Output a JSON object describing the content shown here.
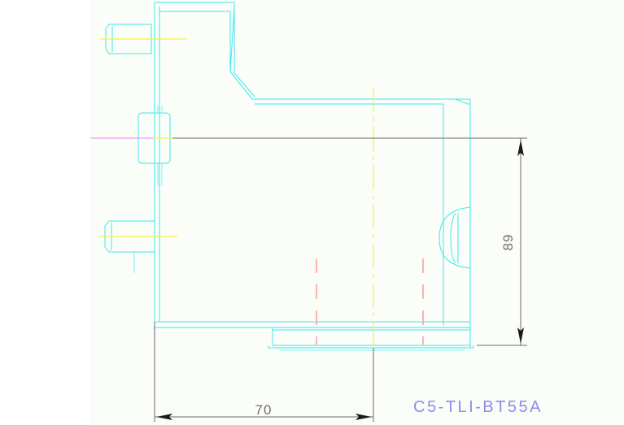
{
  "document": {
    "type": "cad-technical-drawing",
    "view": "side-elevation",
    "background_color": "#fbfdf8",
    "canvas_left_margin_color": "#ffffff"
  },
  "colors": {
    "part_outline": "#3ce8ee",
    "part_outline_light": "#7ff0f5",
    "hidden_line": "#ff6b6b",
    "center_line_yellow": "#f4ef45",
    "center_line_magenta": "#f07ef0",
    "dimension_line": "#6b6b6b",
    "dimension_text": "#6e6e6e",
    "title_text": "#8b8bf0"
  },
  "labels": {
    "part_number": "C5-TLI-BT55A"
  },
  "dimensions": {
    "vertical": {
      "value": "89",
      "orientation": "rotated-90",
      "name": "overall-height-dimension"
    },
    "horizontal": {
      "value": "70",
      "orientation": "horizontal",
      "name": "width-dimension"
    }
  },
  "geometry": {
    "part_name": "bracket-profile",
    "features": [
      "top-column",
      "chamfered-transition",
      "upper-left-boss",
      "middle-left-boss",
      "lower-left-boss",
      "right-semicircular-bulge",
      "bottom-flange",
      "base-plate",
      "hidden-bore-lines"
    ]
  }
}
